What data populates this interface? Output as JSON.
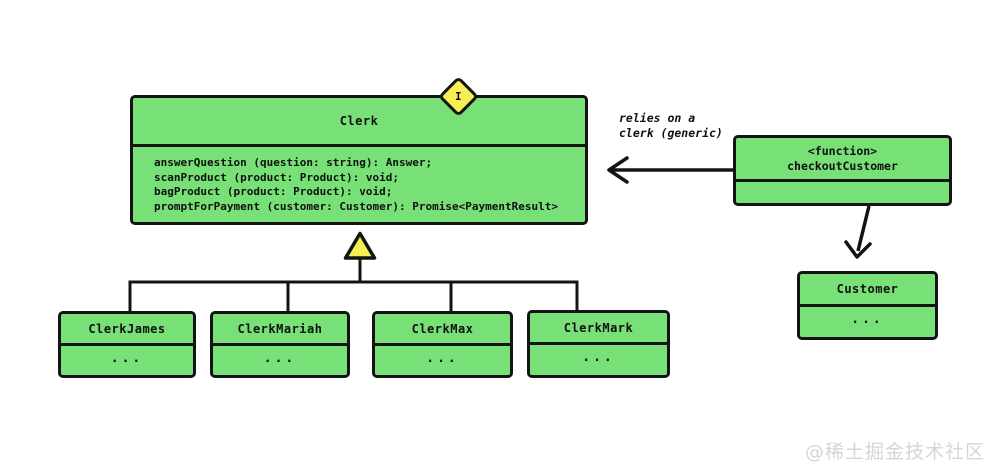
{
  "diagram": {
    "interface": {
      "badge": "I",
      "title": "Clerk",
      "methods": [
        "answerQuestion (question: string): Answer;",
        "scanProduct (product: Product): void;",
        "bagProduct (product: Product): void;",
        "promptForPayment (customer: Customer): Promise<PaymentResult>"
      ]
    },
    "function_box": {
      "stereotype": "<function>",
      "title": "checkoutCustomer"
    },
    "dependency_annotation": {
      "line1": "relies on a",
      "line2": "clerk (generic)"
    },
    "customer_box": {
      "title": "Customer",
      "body": "..."
    },
    "implementations": [
      {
        "title": "ClerkJames",
        "body": "..."
      },
      {
        "title": "ClerkMariah",
        "body": "..."
      },
      {
        "title": "ClerkMax",
        "body": "..."
      },
      {
        "title": "ClerkMark",
        "body": "..."
      }
    ],
    "colors": {
      "box_fill": "#77e077",
      "badge_fill": "#f7ee55",
      "line": "#141414",
      "background": "#ffffff",
      "watermark_text": "#d5d5d5"
    },
    "watermark": "@稀土掘金技术社区"
  }
}
